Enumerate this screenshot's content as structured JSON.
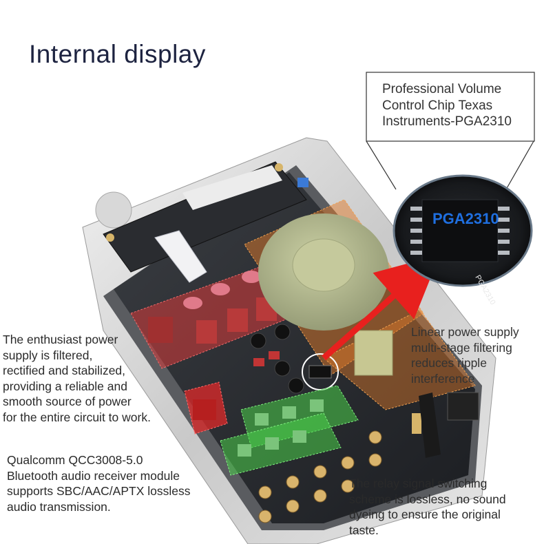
{
  "title": "Internal display",
  "chip_callout": "Professional Volume\nControl Chip Texas\nInstruments-PGA2310",
  "chip_label": "PGA2310",
  "chip_marking": "PGA2310",
  "psu_callout": "The enthusiast power\nsupply is filtered,\nrectified and stabilized,\nproviding a reliable and\nsmooth source of power\nfor the entire circuit to work.",
  "bluetooth_callout": "Qualcomm QCC3008-5.0\nBluetooth audio receiver module\nsupports SBC/AAC/APTX lossless\naudio transmission.",
  "relay_callout": "The relay signal switching\nscheme is lossless, no sound\ndyeing to ensure the original\ntaste.",
  "linear_callout": "Linear power supply\nmulti-stage filtering\nreduces ripple\ninterference",
  "colors": {
    "title": "#1d2340",
    "psu_highlight": "#d83a3a",
    "transformer_highlight": "#e07a2a",
    "relay_highlight": "#4ad04a",
    "bluetooth_highlight": "#e02a2a",
    "arrow": "#e8201e",
    "chip_label": "#1f6fe0"
  }
}
